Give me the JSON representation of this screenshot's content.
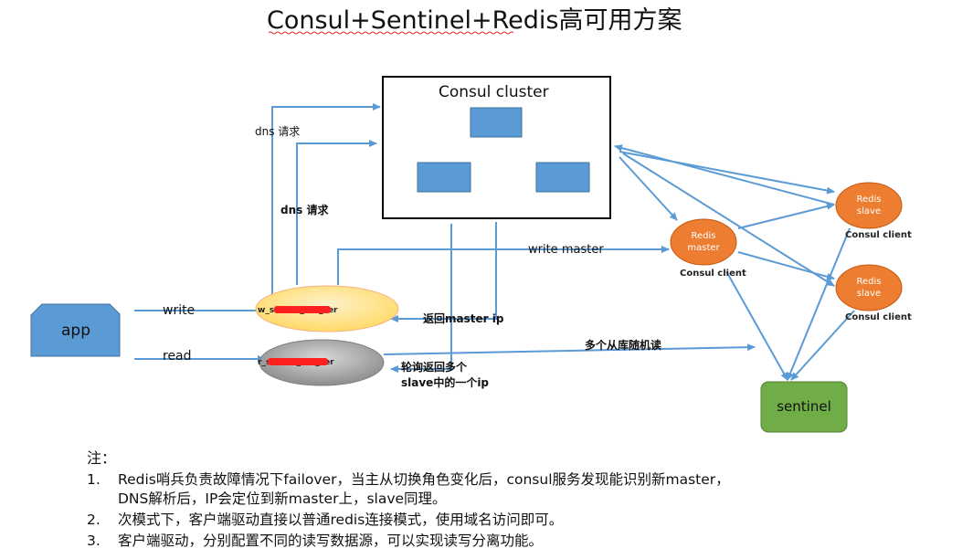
{
  "title": "Consul+Sentinel+Redis高可用方案",
  "consul_cluster": {
    "label": "Consul cluster"
  },
  "app": {
    "label": "app"
  },
  "write_proxy": {
    "label": "w_s          6112_rds_ser"
  },
  "read_proxy": {
    "label": "r_s          6112_rds_ser"
  },
  "redis_master": {
    "line1": "Redis",
    "line2": "master",
    "caption": "Consul client"
  },
  "redis_slave_1": {
    "line1": "Redis",
    "line2": "slave",
    "caption": "Consul client"
  },
  "redis_slave_2": {
    "line1": "Redis",
    "line2": "slave",
    "caption": "Consul client"
  },
  "sentinel": {
    "label": "sentinel"
  },
  "labels": {
    "dns_request_1": "dns 请求",
    "dns_request_2": "dns 请求",
    "write": "write",
    "read": "read",
    "write_master": "write master",
    "return_master_ip": "返回master ip",
    "poll_return_1": "轮询返回多个",
    "poll_return_2": "slave中的一个ip",
    "random_read": "多个从库随机读"
  },
  "notes": {
    "heading": "注：",
    "items": [
      {
        "num": "1.",
        "text": "Redis哨兵负责故障情况下failover，当主从切换角色变化后，consul服务发现能识别新master，DNS解析后，IP会定位到新master上，slave同理。"
      },
      {
        "num": "2.",
        "text": "次模式下，客户端驱动直接以普通redis连接模式，使用域名访问即可。"
      },
      {
        "num": "3.",
        "text": "客户端驱动，分别配置不同的读写数据源，可以实现读写分离功能。"
      }
    ]
  },
  "colors": {
    "arrow": "#5b9bd5",
    "box_blue": "#5b9bd5",
    "redis_orange": "#ed7d31",
    "sentinel_green": "#70ad47",
    "write_proxy_yellow": "#ffd966",
    "read_proxy_gray": "#a6a6a6",
    "redaction_red": "#ff2020"
  }
}
